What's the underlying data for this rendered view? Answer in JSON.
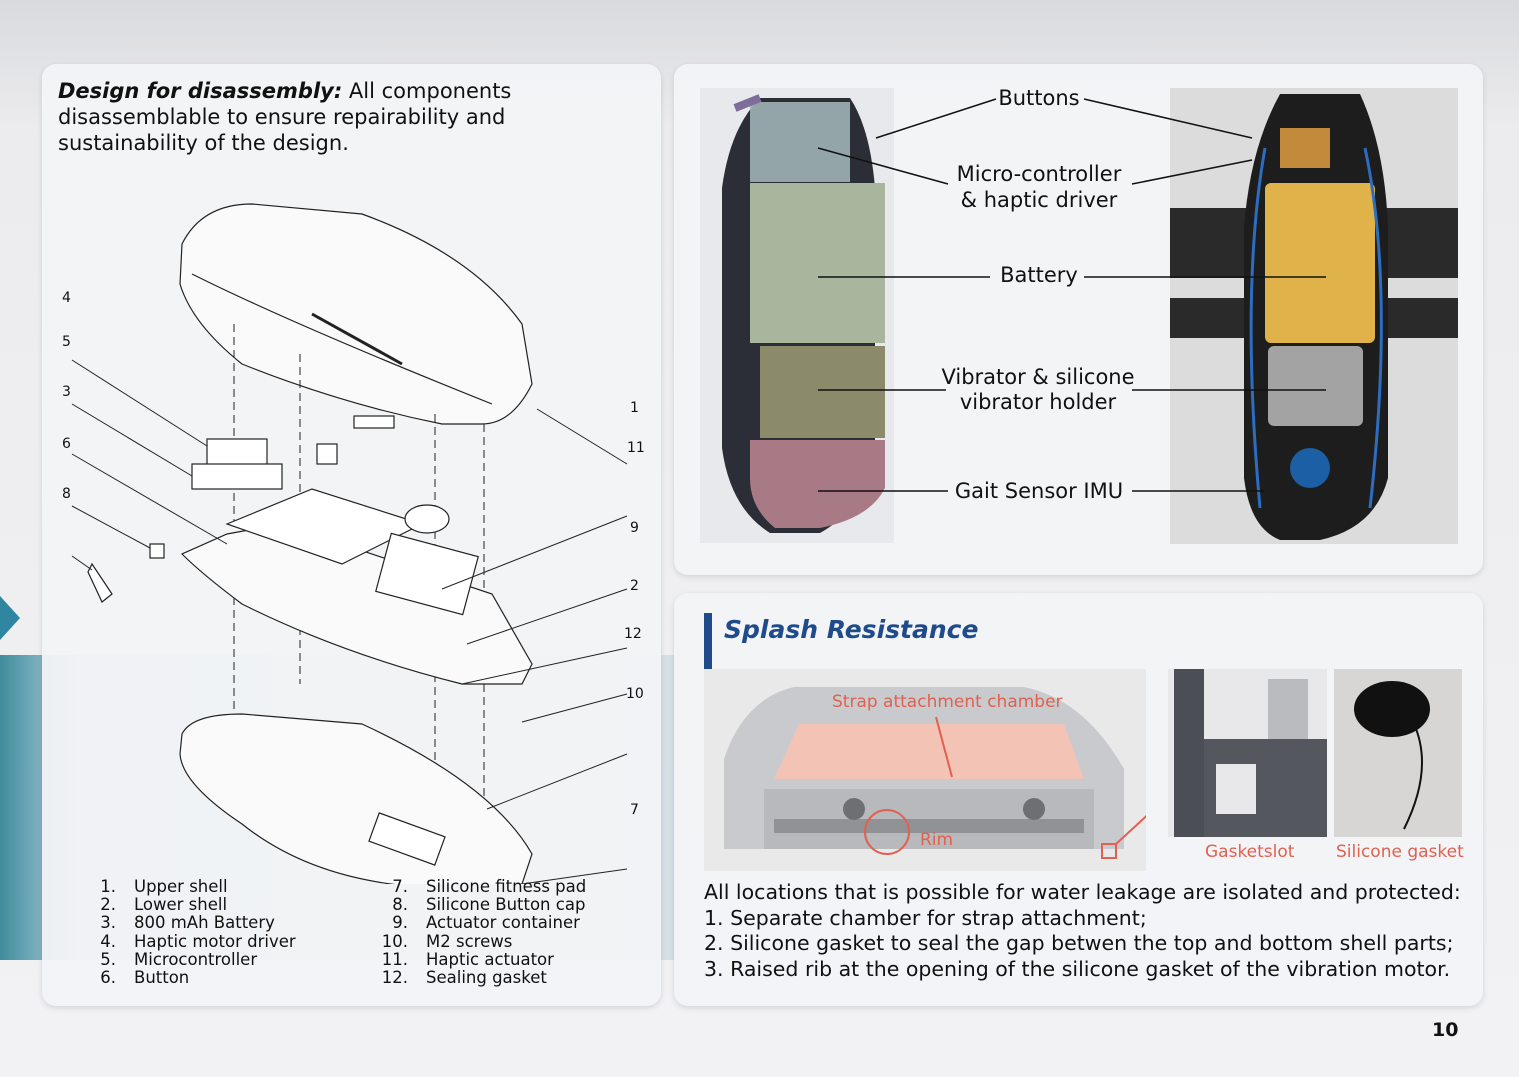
{
  "left_card": {
    "intro_bold": "Design for disassembly:",
    "intro_rest": " All components disassemblable to ensure repairability and sustainability of the design.",
    "callouts": [
      "4",
      "5",
      "3",
      "6",
      "8",
      "1",
      "11",
      "9",
      "2",
      "12",
      "10",
      "7"
    ],
    "parts_col1": [
      {
        "num": "1.",
        "label": "Upper shell"
      },
      {
        "num": "2.",
        "label": "Lower shell"
      },
      {
        "num": "3.",
        "label": "800 mAh Battery"
      },
      {
        "num": "4.",
        "label": "Haptic motor driver"
      },
      {
        "num": "5.",
        "label": "Microcontroller"
      },
      {
        "num": "6.",
        "label": "Button"
      }
    ],
    "parts_col2": [
      {
        "num": "7.",
        "label": "Silicone fitness pad"
      },
      {
        "num": "8.",
        "label": "Silicone Button cap"
      },
      {
        "num": "9.",
        "label": "Actuator container"
      },
      {
        "num": "10.",
        "label": "M2 screws"
      },
      {
        "num": "11.",
        "label": "Haptic actuator"
      },
      {
        "num": "12.",
        "label": "Sealing gasket"
      }
    ]
  },
  "top_right_card": {
    "labels": {
      "buttons": "Buttons",
      "mcu_line1": "Micro-controller",
      "mcu_line2": "& haptic driver",
      "battery": "Battery",
      "vib_line1": "Vibrator & silicone",
      "vib_line2": "vibrator holder",
      "imu": "Gait Sensor IMU"
    }
  },
  "bottom_right_card": {
    "title": "Splash Resistance",
    "strap_label": "Strap attachment chamber",
    "rim_label": "Rim",
    "gasketslot_caption": "Gasketslot",
    "silicone_caption": "Silicone gasket",
    "leak_intro": "All locations that is possible for water leakage are isolated and protected:",
    "leak_points": [
      "1. Separate chamber for strap attachment;",
      "2. Silicone gasket to seal the gap betwen the top and bottom shell parts;",
      "3. Raised rib at the opening of the silicone gasket of the vibration motor."
    ]
  },
  "page_number": "10"
}
